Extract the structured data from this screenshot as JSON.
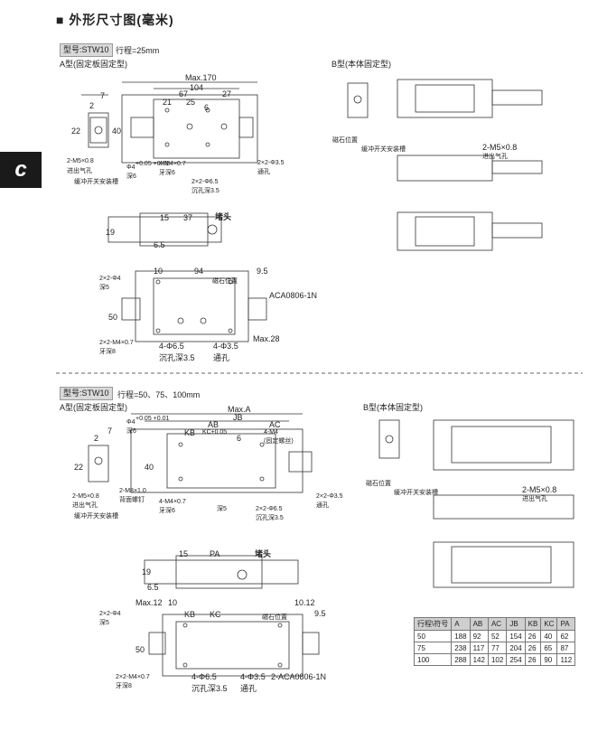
{
  "page_title": "■ 外形尺寸图(毫米)",
  "side_tab": "c",
  "section1": {
    "model": "型号:STW10",
    "stroke": "行程=25mm",
    "type_a": "A型(固定板固定型)",
    "type_b": "B型(本体固定型)",
    "dims": {
      "max170": "Max.170",
      "d104": "104",
      "d67": "67",
      "d27": "27",
      "d21": "21",
      "d25": "25",
      "d6": "6",
      "d40": "40",
      "d22": "22",
      "d7": "7",
      "d2": "2",
      "d15": "15",
      "d37": "37",
      "d19": "19",
      "d6_5": "6.5",
      "d10": "10",
      "d94": "94",
      "d9_5": "9.5",
      "d50": "50",
      "max28": "Max.28"
    },
    "notes": {
      "m5": "2-M5×0.8",
      "m5_sub": "进出气孔",
      "buffer": "缓冲开关安装槽",
      "phi4": "Φ4",
      "phi4_tol": "+0.05 +0.01",
      "depth6": "深6",
      "m4": "4-M4×0.7",
      "tooth6": "牙深6",
      "phi35": "2×2-Φ3.5",
      "through": "通孔",
      "phi65": "2×2-Φ6.5",
      "counter35": "沉孔深3.5",
      "plug": "堵头",
      "phi4b": "2×2-Φ4",
      "depth5": "深5",
      "magnet": "磁石位置",
      "aca": "ACA0806-1N",
      "m4b": "2×2-M4×0.7",
      "tooth8": "牙深8",
      "phi65b": "4-Φ6.5",
      "counter35b": "沉孔深3.5",
      "phi35b": "4-Φ3.5",
      "through_b": "通孔",
      "magnet_b": "磁石位置",
      "buffer_b": "缓冲开关安装槽",
      "m5_b": "2-M5×0.8",
      "in_out": "进出气孔"
    }
  },
  "section2": {
    "model": "型号:STW10",
    "stroke": "行程=50、75、100mm",
    "type_a": "A型(固定板固定型)",
    "type_b": "B型(本体固定型)",
    "dims": {
      "maxA": "Max.A",
      "jb": "JB",
      "ab": "AB",
      "ac": "AC",
      "kb": "KB",
      "kc": "KC±0.05",
      "d6": "6",
      "d40": "40",
      "d22": "22",
      "d7": "7",
      "d2": "2",
      "d15": "15",
      "pa": "PA",
      "d19": "19",
      "d6_5": "6.5",
      "max12": "Max.12",
      "d10": "10",
      "kb2": "KB",
      "kc2": "KC",
      "d12": "10.12",
      "d9_5": "9.5",
      "d50": "50"
    },
    "notes": {
      "phi4": "Φ4",
      "phi4_tol": "+0.05 +0.01",
      "depth6": "深6",
      "m4": "4-M4",
      "fix": "(固定螺丝)",
      "m8": "2-M8×1.0",
      "m8_sub": "背面螺钉",
      "m4b": "4-M4×0.7",
      "tooth6": "牙深6",
      "depth5": "深5",
      "phi65": "2×2-Φ6.5",
      "counter": "沉孔深3.5",
      "phi35": "2×2-Φ3.5",
      "through": "通孔",
      "m5": "2-M5×0.8",
      "in_out": "进出气孔",
      "buffer": "缓冲开关安装槽",
      "plug": "堵头",
      "phi4b": "2×2-Φ4",
      "depth5b": "深5",
      "magnet": "磁石位置",
      "m4c": "2×2-M4×0.7",
      "tooth8": "牙深8",
      "phi65b": "4-Φ6.5",
      "counterb": "沉孔深3.5",
      "phi35b": "4-Φ3.5",
      "throughb": "通孔",
      "aca": "2-ACA0806-1N",
      "magnet_b": "磁石位置",
      "buffer_b": "缓冲开关安装槽",
      "m5_b": "2-M5×0.8",
      "in_out_b": "进出气孔"
    }
  },
  "table": {
    "headers": [
      "行程\\符号",
      "A",
      "AB",
      "AC",
      "JB",
      "KB",
      "KC",
      "PA"
    ],
    "rows": [
      [
        "50",
        "188",
        "92",
        "52",
        "154",
        "26",
        "40",
        "62"
      ],
      [
        "75",
        "238",
        "117",
        "77",
        "204",
        "26",
        "65",
        "87"
      ],
      [
        "100",
        "288",
        "142",
        "102",
        "254",
        "26",
        "90",
        "112"
      ]
    ]
  }
}
